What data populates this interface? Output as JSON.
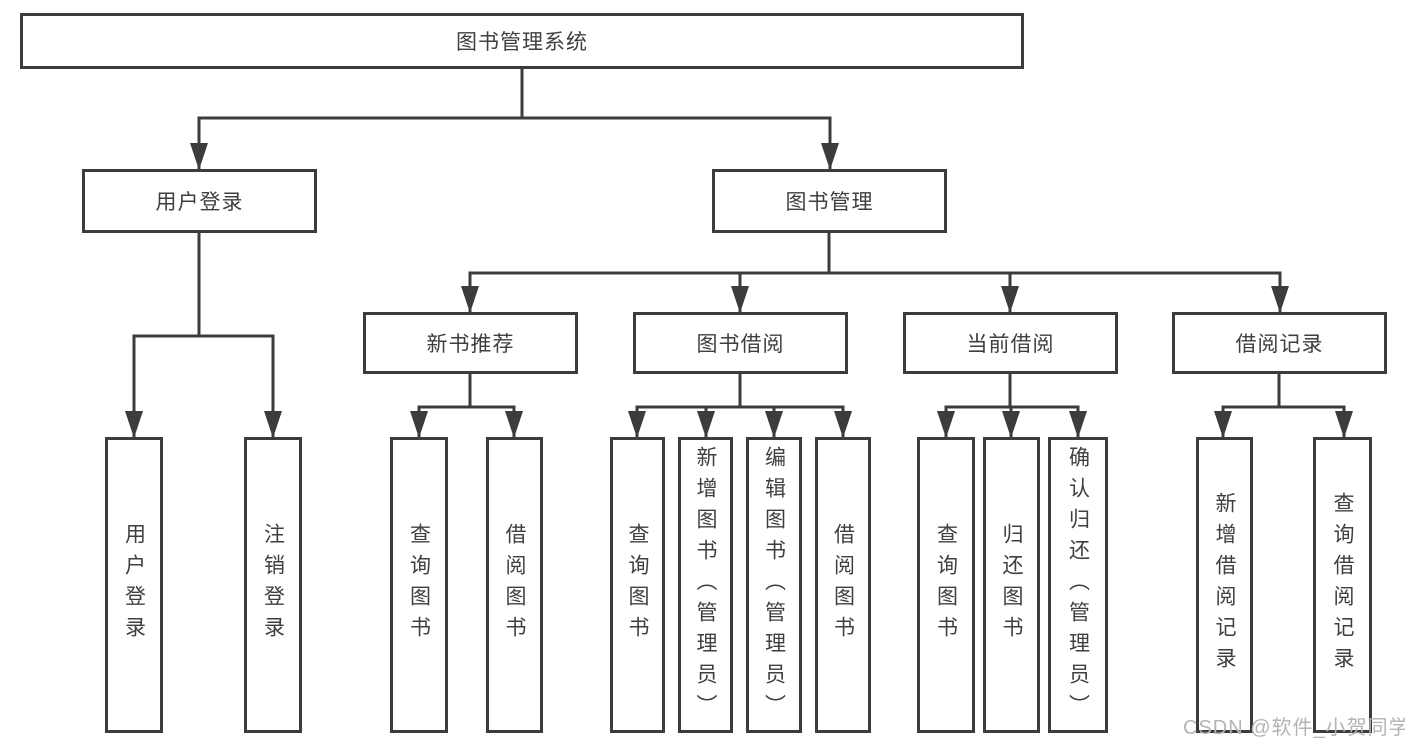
{
  "diagram": {
    "type": "hierarchy-tree",
    "root": {
      "label": "图书管理系统"
    },
    "level2": [
      {
        "label": "用户登录"
      },
      {
        "label": "图书管理"
      }
    ],
    "user_login_children": [
      {
        "label": "用户登录"
      },
      {
        "label": "注销登录"
      }
    ],
    "level3": [
      {
        "label": "新书推荐"
      },
      {
        "label": "图书借阅"
      },
      {
        "label": "当前借阅"
      },
      {
        "label": "借阅记录"
      }
    ],
    "new_book_children": [
      {
        "label": "查询图书"
      },
      {
        "label": "借阅图书"
      }
    ],
    "book_borrow_children": [
      {
        "label": "查询图书"
      },
      {
        "label": "新增图书（管理员）"
      },
      {
        "label": "编辑图书（管理员）"
      },
      {
        "label": "借阅图书"
      }
    ],
    "current_borrow_children": [
      {
        "label": "查询图书"
      },
      {
        "label": "归还图书"
      },
      {
        "label": "确认归还（管理员）"
      }
    ],
    "borrow_record_children": [
      {
        "label": "新增借阅记录"
      },
      {
        "label": "查询借阅记录"
      }
    ],
    "colors": {
      "line": "#3c3c3c",
      "text": "#3f3f3f",
      "background": "#ffffff",
      "watermark": "#b4b4b4"
    }
  },
  "watermark": {
    "text": "CSDN @软件_小贺同学"
  }
}
